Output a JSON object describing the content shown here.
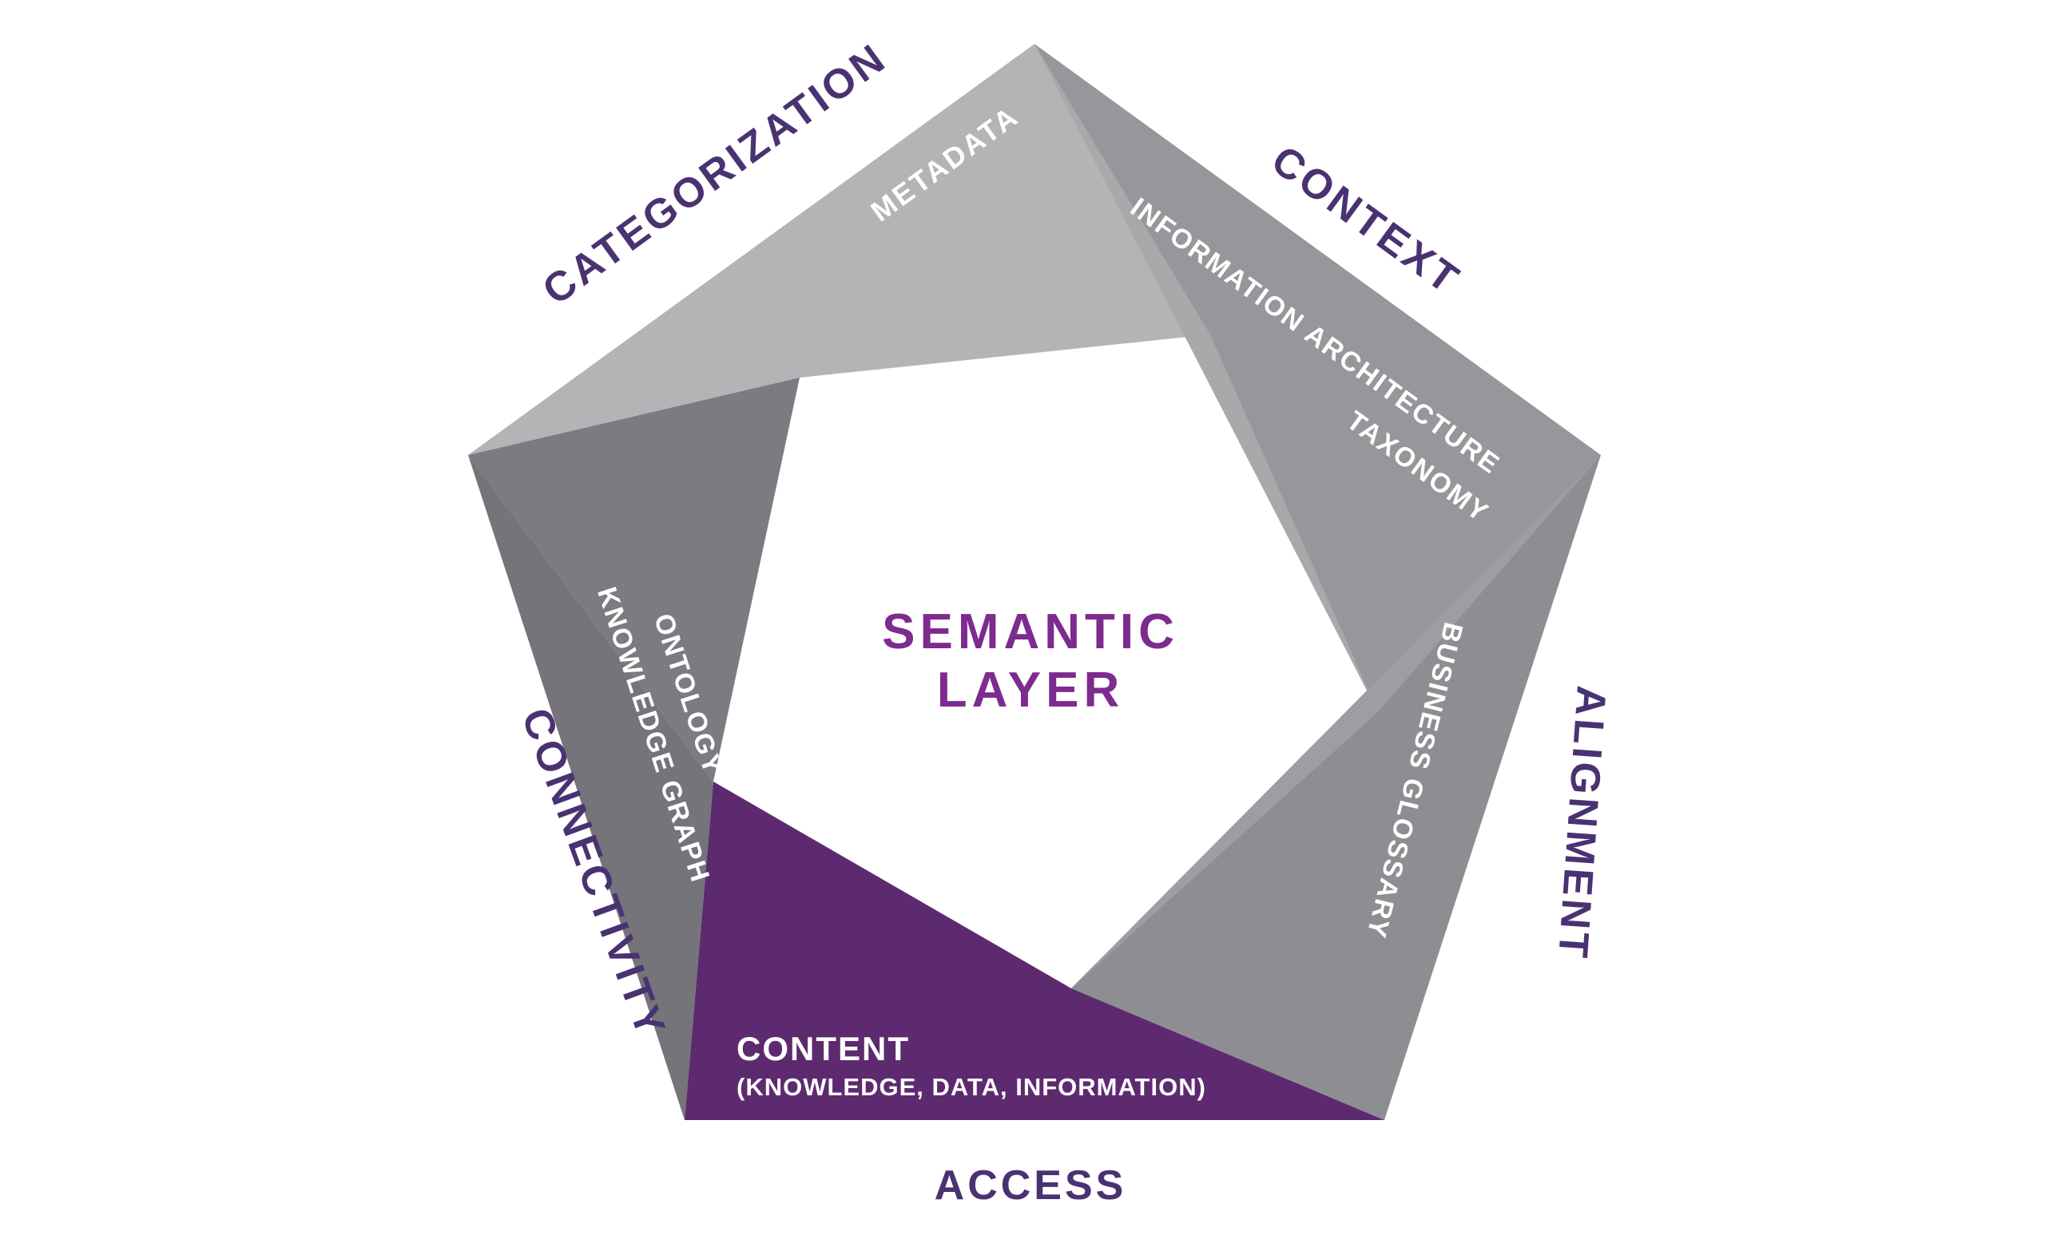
{
  "diagram": {
    "center": {
      "line1": "SEMANTIC",
      "line2": "LAYER"
    },
    "segments": [
      {
        "key": "categorization",
        "outer_label": "CATEGORIZATION",
        "inner_line1": "METADATA",
        "fill": "#b4b4b7"
      },
      {
        "key": "context",
        "outer_label": "CONTEXT",
        "inner_line1": "INFORMATION ARCHITECTURE",
        "inner_line2": "TAXONOMY",
        "fill_outer": "#97979b",
        "fill_inner": "#a9a9ac"
      },
      {
        "key": "alignment",
        "outer_label": "ALIGNMENT",
        "inner_line1": "BUSINESS GLOSSARY",
        "fill_outer": "#8e8e92",
        "fill_inner": "#9e9ea2"
      },
      {
        "key": "access",
        "outer_label": "ACCESS",
        "inner_line1": "CONTENT",
        "inner_line2": "(KNOWLEDGE, DATA, INFORMATION)",
        "fill": "#5d2a6f"
      },
      {
        "key": "connectivity",
        "outer_label": "CONNECTIVITY",
        "inner_line1": "ONTOLOGY",
        "inner_line2": "KNOWLEDGE GRAPH",
        "fill_outer": "#74747a",
        "fill_inner": "#7b7b81"
      }
    ],
    "colors": {
      "label_purple": "#4a3272",
      "center_purple": "#7d2b8e",
      "white_text": "#ffffff"
    }
  }
}
